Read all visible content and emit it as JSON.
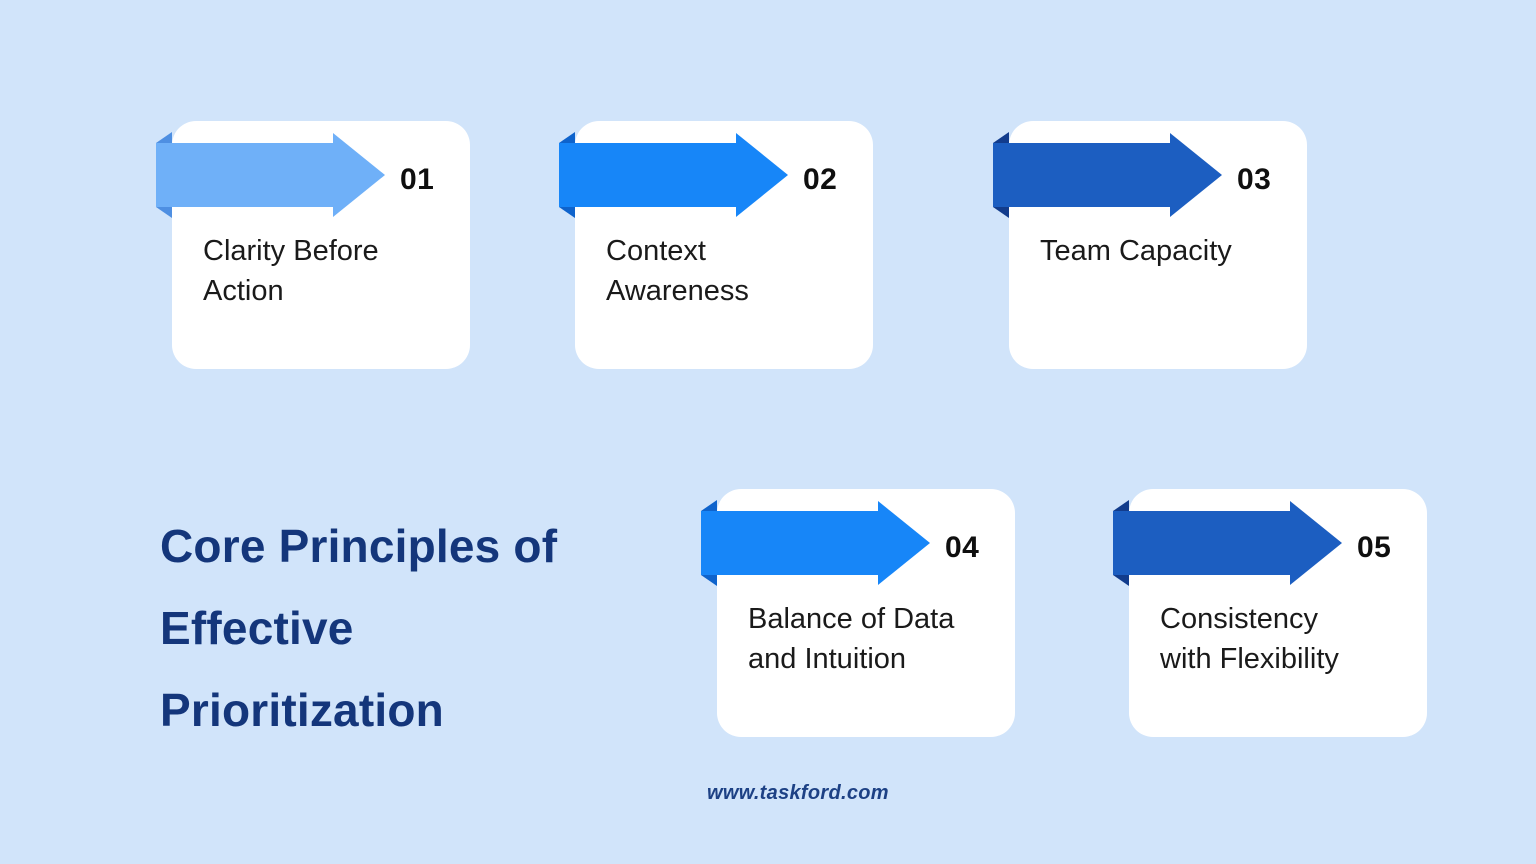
{
  "page": {
    "background_color": "#D1E4FA",
    "card_color": "#FFFFFF"
  },
  "title": {
    "lines": [
      "Core Principles of",
      "Effective",
      "Prioritization"
    ],
    "color": "#14367B"
  },
  "footer": {
    "text": "www.taskford.com",
    "color": "#1D4185"
  },
  "cards": [
    {
      "number": "01",
      "label": "Clarity Before\nAction",
      "icon": "ribbon-arrow-right-icon",
      "arrow_color": "#6FB0F8",
      "fold_color": "#4E8FE2"
    },
    {
      "number": "02",
      "label": "Context\nAwareness",
      "icon": "ribbon-arrow-right-icon",
      "arrow_color": "#1786F8",
      "fold_color": "#0E63CC"
    },
    {
      "number": "03",
      "label": "Team Capacity",
      "icon": "ribbon-arrow-right-icon",
      "arrow_color": "#1C5EC1",
      "fold_color": "#123C8C"
    },
    {
      "number": "04",
      "label": "Balance of Data\nand Intuition",
      "icon": "ribbon-arrow-right-icon",
      "arrow_color": "#1786F8",
      "fold_color": "#0E63CC"
    },
    {
      "number": "05",
      "label": "Consistency\nwith Flexibility",
      "icon": "ribbon-arrow-right-icon",
      "arrow_color": "#1C5EC1",
      "fold_color": "#123C8C"
    }
  ]
}
